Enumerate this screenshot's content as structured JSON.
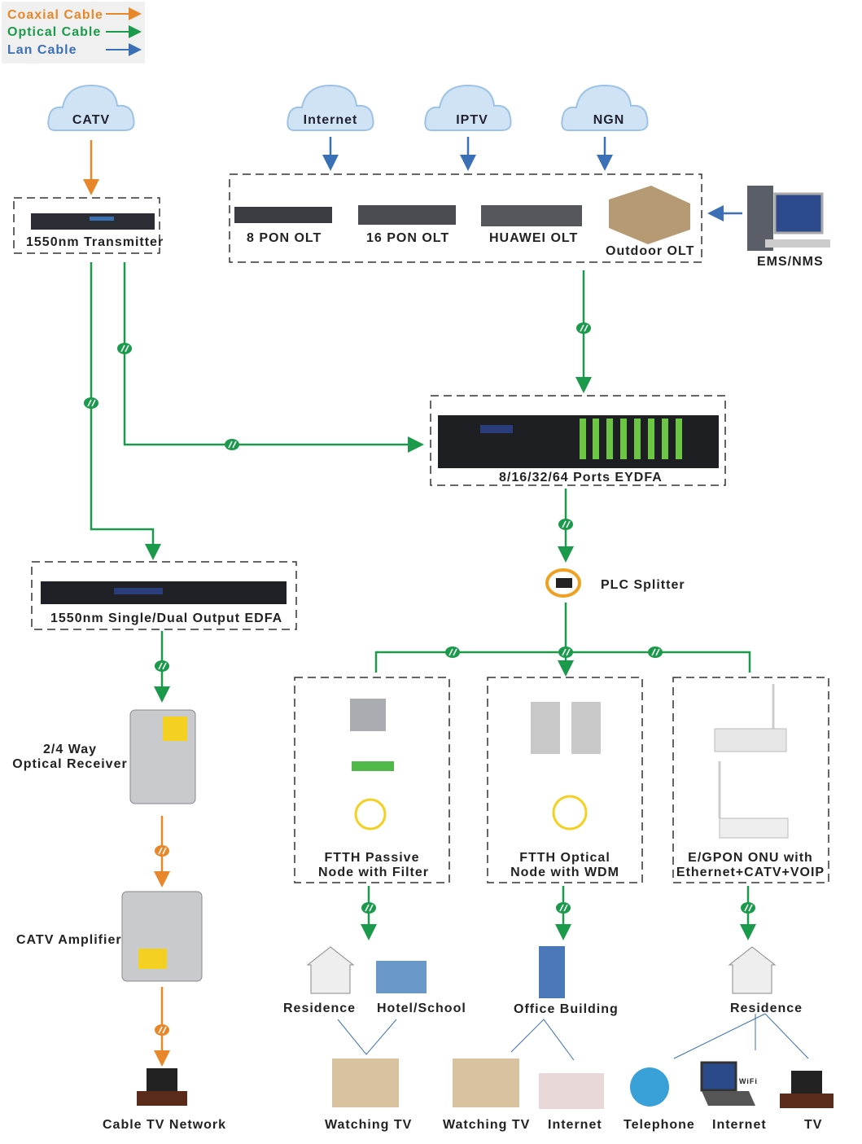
{
  "colors": {
    "coaxial": "#e8872a",
    "optical": "#1a9a4a",
    "lan": "#3b6fb6"
  },
  "legend": [
    {
      "label": "Coaxial Cable"
    },
    {
      "label": "Optical Cable"
    },
    {
      "label": "Lan Cable"
    }
  ],
  "clouds": [
    "CATV",
    "Internet",
    "IPTV",
    "NGN"
  ],
  "devices": {
    "transmitter": "1550nm Transmitter",
    "olts": [
      "8 PON OLT",
      "16 PON OLT",
      "HUAWEI OLT",
      "Outdoor OLT"
    ],
    "ems": "EMS/NMS",
    "eydfa": "8/16/32/64  Ports  EYDFA",
    "edfa": "1550nm Single/Dual Output EDFA",
    "splitter": "PLC Splitter",
    "receiver": [
      "2/4 Way",
      "Optical Receiver"
    ],
    "amplifier": "CATV Amplifier",
    "cable_tv": "Cable TV Network",
    "node1": [
      "FTTH Passive",
      "Node with Filter"
    ],
    "node2": [
      "FTTH Optical",
      "Node with WDM"
    ],
    "node3": [
      "E/GPON ONU with",
      "Ethernet+CATV+VOIP"
    ]
  },
  "endpoints": {
    "residence1": "Residence",
    "hotel": "Hotel/School",
    "office": "Office Building",
    "residence2": "Residence",
    "bottom": [
      "Watching TV",
      "Watching TV",
      "Internet",
      "Telephone",
      "Internet",
      "TV"
    ],
    "wifi": "WiFi"
  }
}
